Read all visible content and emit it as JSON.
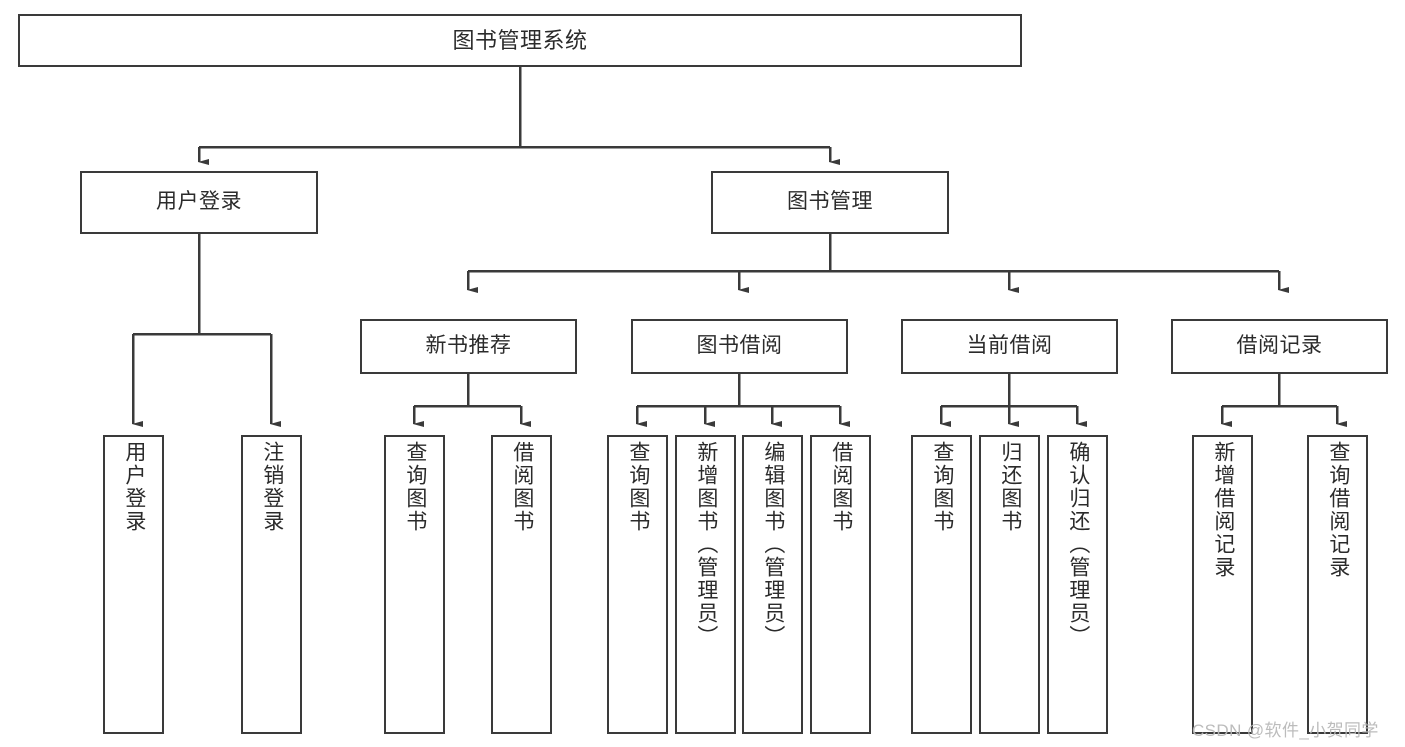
{
  "diagram": {
    "title": "图书管理系统",
    "type": "tree-hierarchy-chart",
    "colors": {
      "box_border": "#3a3a3a",
      "box_fill": "#ffffff",
      "connector": "#3a3a3a",
      "text": "#2b2b2b",
      "background": "#ffffff",
      "watermark": "#b9b9b9"
    }
  },
  "root": {
    "label": "图书管理系统"
  },
  "level2": [
    {
      "label": "用户登录"
    },
    {
      "label": "图书管理"
    }
  ],
  "level3": [
    {
      "label": "新书推荐"
    },
    {
      "label": "图书借阅"
    },
    {
      "label": "当前借阅"
    },
    {
      "label": "借阅记录"
    }
  ],
  "leaves": {
    "user_login": [
      {
        "label": "用户登录"
      },
      {
        "label": "注销登录"
      }
    ],
    "new_book_recommend": [
      {
        "label": "查询图书"
      },
      {
        "label": "借阅图书"
      }
    ],
    "book_borrow": [
      {
        "label": "查询图书"
      },
      {
        "label": "新增图书（管理员）"
      },
      {
        "label": "编辑图书（管理员）"
      },
      {
        "label": "借阅图书"
      }
    ],
    "current_borrow": [
      {
        "label": "查询图书"
      },
      {
        "label": "归还图书"
      },
      {
        "label": "确认归还（管理员）"
      }
    ],
    "borrow_record": [
      {
        "label": "新增借阅记录"
      },
      {
        "label": "查询借阅记录"
      }
    ]
  },
  "watermark": {
    "text": "CSDN @软件_小贺同学"
  }
}
